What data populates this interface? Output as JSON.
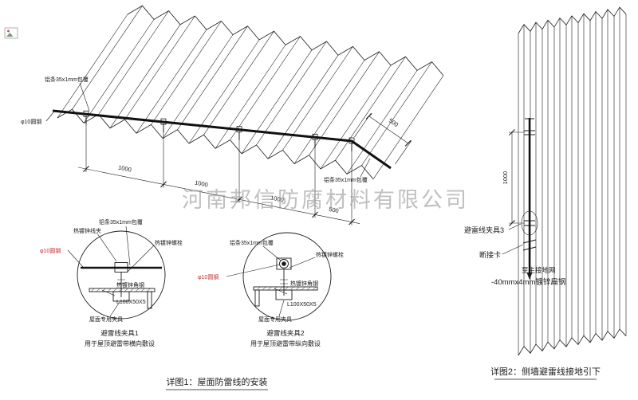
{
  "watermark": "河南邦信防腐材料有限公司",
  "roof": {
    "label_alu_top": "铝条35x1mm包覆",
    "label_round_steel": "φ10圆钢",
    "label_alu_bottom": "铝条35x1mm包覆",
    "dim_1": "1000",
    "dim_2": "1000",
    "dim_3": "1000",
    "dim_4": "500",
    "dim_slope": "500"
  },
  "detail1": {
    "label_clamp": "热镀锌线夹",
    "label_alu": "铝条35x1mm包覆",
    "label_bolt": "热镀锌螺栓",
    "label_round_steel": "φ10圆钢",
    "label_angle": "热镀锌角钢",
    "label_angle_size": "L100X50X5",
    "label_roof_clamp": "屋面专用夹具",
    "title": "避雷线夹具1",
    "subtitle": "用于屋顶避雷带横向敷设"
  },
  "detail2": {
    "label_alu": "铝条35x1mm包覆",
    "label_bolt": "热镀锌螺栓",
    "label_round_steel": "φ10圆钢",
    "label_angle": "热镀锌角钢",
    "label_angle_size": "L100X50X5",
    "label_roof_clamp": "屋面专用夹具",
    "title": "避雷线夹具2",
    "subtitle": "用于屋顶避雷带纵向敷设"
  },
  "wall": {
    "dim": "1000",
    "label_clamp3": "避雷线夹具3",
    "label_disconnect": "断接卡",
    "label_to_ground": "至主接地网",
    "label_flat_steel": "-40mmx4mm镀锌扁钢"
  },
  "captions": {
    "detail1": "详图1：屋面防雷线的安装",
    "detail2": "详图2：侧墙避雷线接地引下"
  },
  "colors": {
    "line": "#1a1a1a",
    "red_label": "#c03030",
    "watermark": "#9a9a9a"
  }
}
